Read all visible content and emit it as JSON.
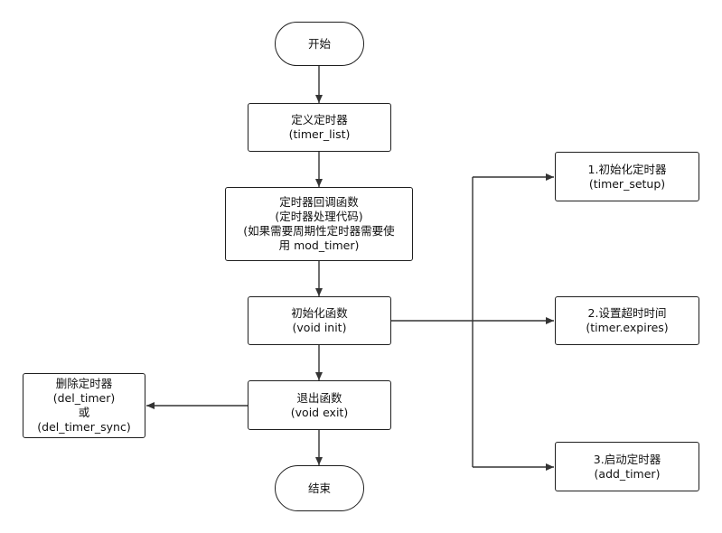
{
  "diagram": {
    "start": {
      "lines": [
        "开始"
      ]
    },
    "define_timer": {
      "lines": [
        "定义定时器",
        "(timer_list)"
      ]
    },
    "callback": {
      "lines": [
        "定时器回调函数",
        "(定时器处理代码)",
        "(如果需要周期性定时器需要使",
        "用 mod_timer)"
      ]
    },
    "init_func": {
      "lines": [
        "初始化函数",
        "(void init)"
      ]
    },
    "exit_func": {
      "lines": [
        "退出函数",
        "(void exit)"
      ]
    },
    "end": {
      "lines": [
        "结束"
      ]
    },
    "delete_timer": {
      "lines": [
        "删除定时器",
        "(del_timer)",
        "或",
        "(del_timer_sync)"
      ]
    },
    "step1": {
      "lines": [
        "1.初始化定时器",
        "(timer_setup)"
      ]
    },
    "step2": {
      "lines": [
        "2.设置超时时间",
        "(timer.expires)"
      ]
    },
    "step3": {
      "lines": [
        "3.启动定时器",
        "(add_timer)"
      ]
    }
  },
  "colors": {
    "stroke": "#1f1f1f",
    "arrow": "#333333",
    "text": "#111111",
    "background": "#ffffff"
  }
}
